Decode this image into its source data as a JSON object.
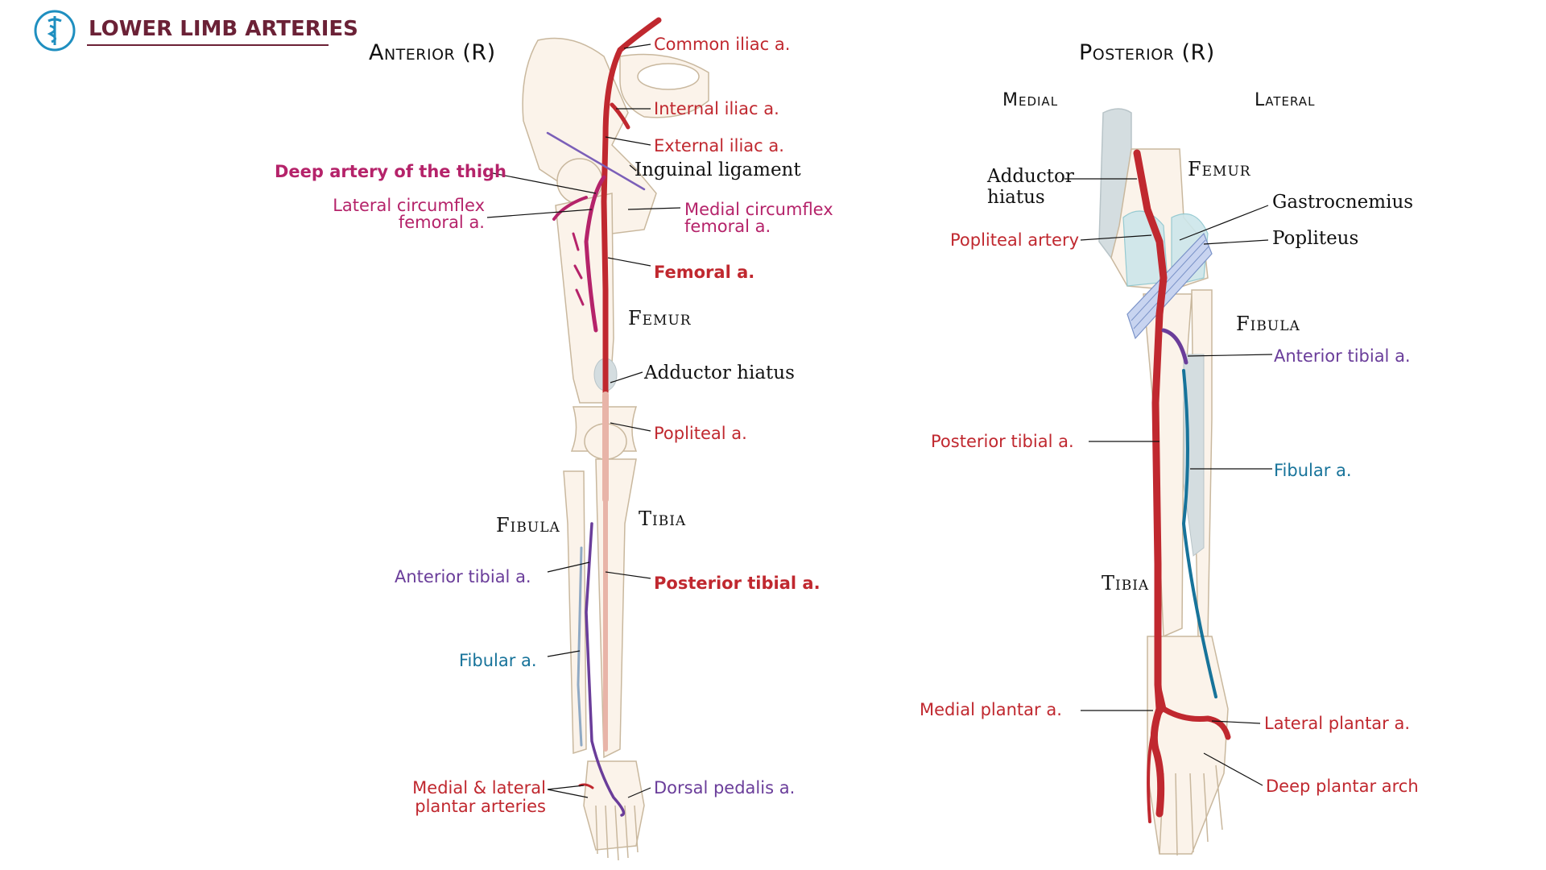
{
  "header": {
    "title": "LOWER LIMB ARTERIES",
    "logo_icon": "caduceus-icon",
    "title_color": "#6b2136"
  },
  "colors": {
    "artery_red": "#c0282f",
    "label_red": "#c0282f",
    "label_magenta": "#b5236a",
    "label_purple": "#6a3d9a",
    "label_blue": "#17739a",
    "bone_fill": "#fbf3ea",
    "bone_stroke": "#c9b89e",
    "muscle_fill": "#cde6ea",
    "leader_line": "#111111"
  },
  "anterior": {
    "heading": "Anterior (R)",
    "labels": {
      "common_iliac": "Common iliac a.",
      "internal_iliac": "Internal iliac a.",
      "external_iliac": "External iliac a.",
      "inguinal_ligament": "Inguinal ligament",
      "deep_artery_thigh": "Deep artery of the thigh",
      "lateral_circumflex": [
        "Lateral circumflex",
        "femoral a."
      ],
      "medial_circumflex": [
        "Medial circumflex",
        "femoral a."
      ],
      "femoral": "Femoral a.",
      "femur": "Femur",
      "adductor_hiatus": "Adductor hiatus",
      "popliteal": "Popliteal a.",
      "fibula": "Fibula",
      "tibia": "Tibia",
      "anterior_tibial": "Anterior tibial a.",
      "posterior_tibial": "Posterior tibial a.",
      "fibular": "Fibular a.",
      "plantar": [
        "Medial & lateral",
        "plantar arteries"
      ],
      "dorsal_pedalis": "Dorsal pedalis a."
    }
  },
  "posterior": {
    "heading": "Posterior (R)",
    "medial": "Medial",
    "lateral": "Lateral",
    "labels": {
      "adductor_hiatus": [
        "Adductor",
        "hiatus"
      ],
      "femur": "Femur",
      "gastrocnemius": "Gastrocnemius",
      "popliteal_artery": "Popliteal artery",
      "popliteus": "Popliteus",
      "fibula": "Fibula",
      "anterior_tibial": "Anterior tibial a.",
      "posterior_tibial": "Posterior tibial a.",
      "fibular": "Fibular a.",
      "tibia": "Tibia",
      "medial_plantar": "Medial plantar a.",
      "lateral_plantar": "Lateral plantar a.",
      "deep_plantar_arch": "Deep plantar arch"
    }
  }
}
